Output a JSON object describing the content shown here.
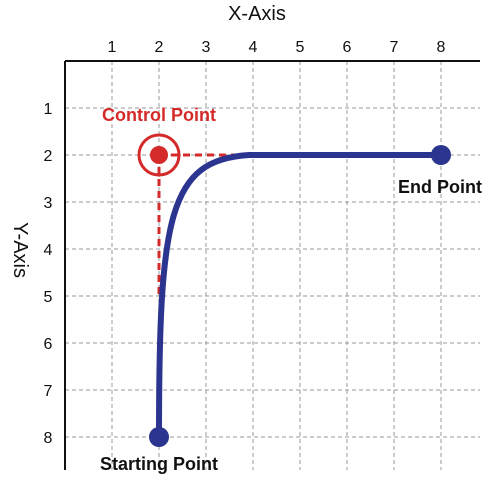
{
  "x_axis_title": "X-Axis",
  "y_axis_title": "Y-Axis",
  "x_ticks": [
    "1",
    "2",
    "3",
    "4",
    "5",
    "6",
    "7",
    "8"
  ],
  "y_ticks": [
    "1",
    "2",
    "3",
    "4",
    "5",
    "6",
    "7",
    "8"
  ],
  "points": {
    "start": {
      "label": "Starting Point",
      "x": 2,
      "y": 8
    },
    "control": {
      "label": "Control Point",
      "x": 2,
      "y": 2
    },
    "end": {
      "label": "End Point",
      "x": 8,
      "y": 2
    }
  },
  "colors": {
    "curve": "#2b3590",
    "control": "#d42a2a",
    "grid": "#9a9a9a",
    "axis": "#111111",
    "text": "#111111"
  }
}
